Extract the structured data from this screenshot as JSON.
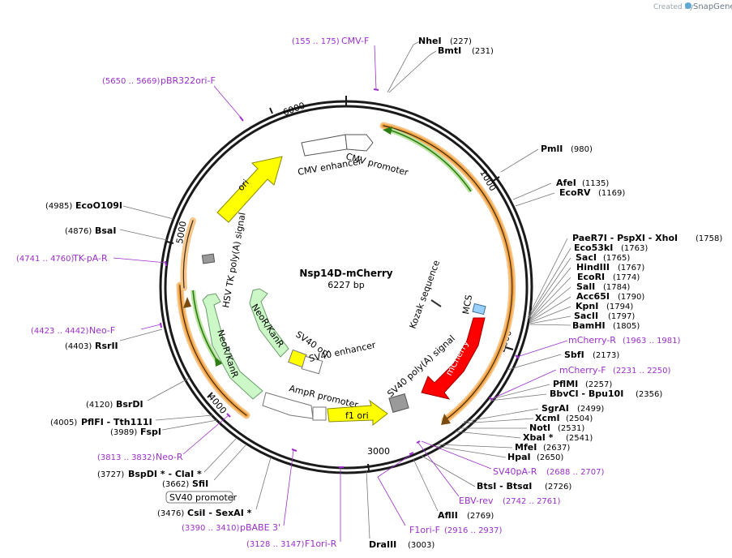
{
  "credit": {
    "created_by": "Created by",
    "brand": "SnapGene"
  },
  "plasmid": {
    "name": "Nsp14D-mCherry",
    "size": "6227 bp"
  },
  "ticks": [
    "1000",
    "2000",
    "3000",
    "4000",
    "5000",
    "6000"
  ],
  "features": {
    "cmv_promoter": "CMV promoter",
    "cmv_enhancer": "CMV enhancer",
    "ori": "ori",
    "hsv_tk": "HSV TK poly(A) signal",
    "neo_outer": "NeoR/KanR",
    "neo_inner": "NeoR/KanR",
    "sv40_ori": "SV40 ori",
    "sv40_enhancer": "SV40 enhancer",
    "ampr_promoter": "AmpR promoter",
    "f1_ori": "f1 ori",
    "sv40_polya": "SV40 poly(A) signal",
    "mcherry": "mCherry",
    "mcs": "MCS",
    "kozak": "Kozak sequence",
    "sv40_promoter_box": "SV40 promoter"
  },
  "enzymes": [
    {
      "name": "NheI",
      "pos": "(227)"
    },
    {
      "name": "BmtI",
      "pos": "(231)"
    },
    {
      "name": "PmlI",
      "pos": "(980)"
    },
    {
      "name": "AfeI",
      "pos": "(1135)"
    },
    {
      "name": "EcoRV",
      "pos": "(1169)"
    },
    {
      "name": "PaeR7I  - PspXI  - XhoI",
      "pos": "(1758)"
    },
    {
      "name": "Eco53kI",
      "pos": "(1763)"
    },
    {
      "name": "SacI",
      "pos": "(1765)"
    },
    {
      "name": "HindIII",
      "pos": "(1767)"
    },
    {
      "name": "EcoRI",
      "pos": "(1774)"
    },
    {
      "name": "SalI",
      "pos": "(1784)"
    },
    {
      "name": "Acc65I",
      "pos": "(1790)"
    },
    {
      "name": "KpnI",
      "pos": "(1794)"
    },
    {
      "name": "SacII",
      "pos": "(1797)"
    },
    {
      "name": "BamHI",
      "pos": "(1805)"
    },
    {
      "name": "SbfI",
      "pos": "(2173)"
    },
    {
      "name": "PflMI",
      "pos": "(2257)"
    },
    {
      "name": "BbvCI  - Bpu10I",
      "pos": "(2356)"
    },
    {
      "name": "SgrAI",
      "pos": "(2499)"
    },
    {
      "name": "XcmI",
      "pos": "(2504)"
    },
    {
      "name": "NotI",
      "pos": "(2531)"
    },
    {
      "name": "XbaI *",
      "pos": "(2541)"
    },
    {
      "name": "MfeI",
      "pos": "(2637)"
    },
    {
      "name": "HpaI",
      "pos": "(2650)"
    },
    {
      "name": "BtsI  - BtsαI",
      "pos": "(2726)"
    },
    {
      "name": "AflII",
      "pos": "(2769)"
    },
    {
      "name": "DraIII",
      "pos": "(3003)"
    },
    {
      "name": "CsiI  - SexAI *",
      "pos": "(3476)"
    },
    {
      "name": "SfiI",
      "pos": "(3662)"
    },
    {
      "name": "BspDI *  - ClaI *",
      "pos": "(3727)"
    },
    {
      "name": "FspI",
      "pos": "(3989)"
    },
    {
      "name": "PflFI  - Tth111I",
      "pos": "(4005)"
    },
    {
      "name": "BsrDI",
      "pos": "(4120)"
    },
    {
      "name": "RsrII",
      "pos": "(4403)"
    },
    {
      "name": "BsaI",
      "pos": "(4876)"
    },
    {
      "name": "EcoO109I",
      "pos": "(4985)"
    }
  ],
  "primers": [
    {
      "name": "CMV-F",
      "range": "(155 .. 175)"
    },
    {
      "name": "pBR322ori-F",
      "range": "(5650 .. 5669)"
    },
    {
      "name": "TK-pA-R",
      "range": "(4741 .. 4760)"
    },
    {
      "name": "Neo-F",
      "range": "(4423 .. 4442)"
    },
    {
      "name": "Neo-R",
      "range": "(3813 .. 3832)"
    },
    {
      "name": "pBABE 3'",
      "range": "(3390 .. 3410)"
    },
    {
      "name": "F1ori-R",
      "range": "(3128 .. 3147)"
    },
    {
      "name": "F1ori-F",
      "range": "(2916 .. 2937)"
    },
    {
      "name": "EBV-rev",
      "range": "(2742 .. 2761)"
    },
    {
      "name": "SV40pA-R",
      "range": "(2688 .. 2707)"
    },
    {
      "name": "mCherry-F",
      "range": "(2231 .. 2250)"
    },
    {
      "name": "mCherry-R",
      "range": "(1963 .. 1981)"
    }
  ]
}
